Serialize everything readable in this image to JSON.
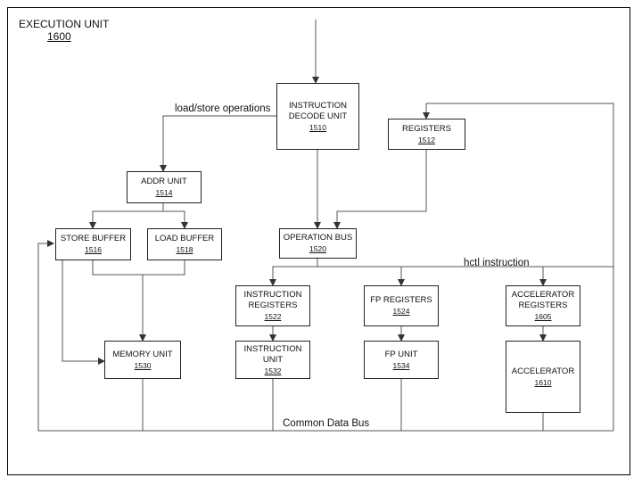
{
  "diagram": {
    "title": "EXECUTION UNIT",
    "title_number": "1600",
    "labels": {
      "load_store": "load/store operations",
      "hctl": "hctl instruction",
      "common_data_bus": "Common Data Bus"
    },
    "blocks": {
      "decode": {
        "line1": "INSTRUCTION",
        "line2": "DECODE UNIT",
        "number": "1510"
      },
      "registers": {
        "line1": "REGISTERS",
        "number": "1512"
      },
      "addr_unit": {
        "line1": "ADDR UNIT",
        "number": "1514"
      },
      "store_buffer": {
        "line1": "STORE BUFFER",
        "number": "1516"
      },
      "load_buffer": {
        "line1": "LOAD BUFFER",
        "number": "1518"
      },
      "operation_bus": {
        "line1": "OPERATION BUS",
        "number": "1520"
      },
      "instr_registers": {
        "line1": "INSTRUCTION",
        "line2": "REGISTERS",
        "number": "1522"
      },
      "fp_registers": {
        "line1": "FP REGISTERS",
        "number": "1524"
      },
      "accel_registers": {
        "line1": "ACCELERATOR",
        "line2": "REGISTERS",
        "number": "1605"
      },
      "memory_unit": {
        "line1": "MEMORY UNIT",
        "number": "1530"
      },
      "instr_unit": {
        "line1": "INSTRUCTION",
        "line2": "UNIT",
        "number": "1532"
      },
      "fp_unit": {
        "line1": "FP UNIT",
        "number": "1534"
      },
      "accelerator": {
        "line1": "ACCELERATOR",
        "number": "1610"
      }
    }
  }
}
